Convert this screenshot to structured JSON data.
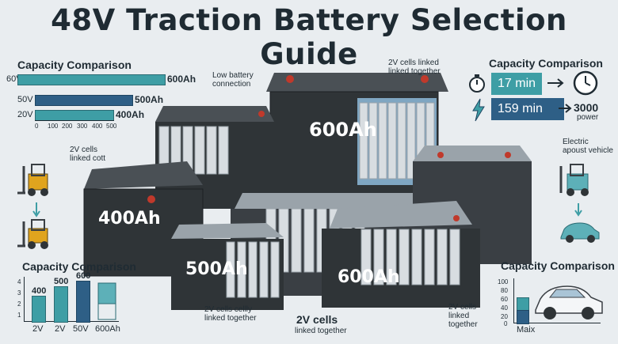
{
  "title": "48V Traction Battery Selection Guide",
  "top_left": {
    "title": "Capacity Comparison",
    "bars": [
      {
        "label": "60V",
        "value_text": "600Ah"
      },
      {
        "label": "50V",
        "value_text": "500Ah"
      },
      {
        "label": "20V",
        "value_text": "400Ah"
      }
    ],
    "ticks": [
      "0",
      "100",
      "200",
      "300",
      "400",
      "500"
    ]
  },
  "top_right": {
    "title": "Capacity Comparison",
    "rows": [
      {
        "value": "17 min",
        "result": ""
      },
      {
        "value": "159 min",
        "result": "3000",
        "result_sub": "power"
      }
    ]
  },
  "bottom_left": {
    "title": "Capacity Comparison",
    "bars": [
      {
        "top": "400",
        "label": "2V"
      },
      {
        "top": "500",
        "label": "2V"
      },
      {
        "top": "600",
        "label": "50V"
      },
      {
        "top": "",
        "label": "600Ah"
      }
    ],
    "yticks": [
      "4",
      "3",
      "2",
      "1"
    ]
  },
  "bottom_right": {
    "title": "Capacity Comparison",
    "yticks": [
      "100",
      "80",
      "60",
      "40",
      "20",
      "0"
    ],
    "xlabel": "Maix"
  },
  "batteries": {
    "b600_top": "600Ah",
    "b400": "400Ah",
    "b500": "500Ah",
    "b600_bottom": "600Ah"
  },
  "callouts": {
    "low_battery": "Low battery connection",
    "cells_top": "2V cells linked linked together",
    "cells_left": "2V cells linked cott",
    "electric": "Electric apoust vehicle",
    "cells_bottom_left": "2V cells cellly linked together",
    "cells_bottom_center": "2V cells",
    "cells_bottom_center_sub": "linked together",
    "cells_bottom_right": "2V cells linked together"
  },
  "colors": {
    "teal": "#3e9ea5",
    "navy": "#2e5f86",
    "title": "#1f2b33",
    "battery": "#2f3437"
  }
}
